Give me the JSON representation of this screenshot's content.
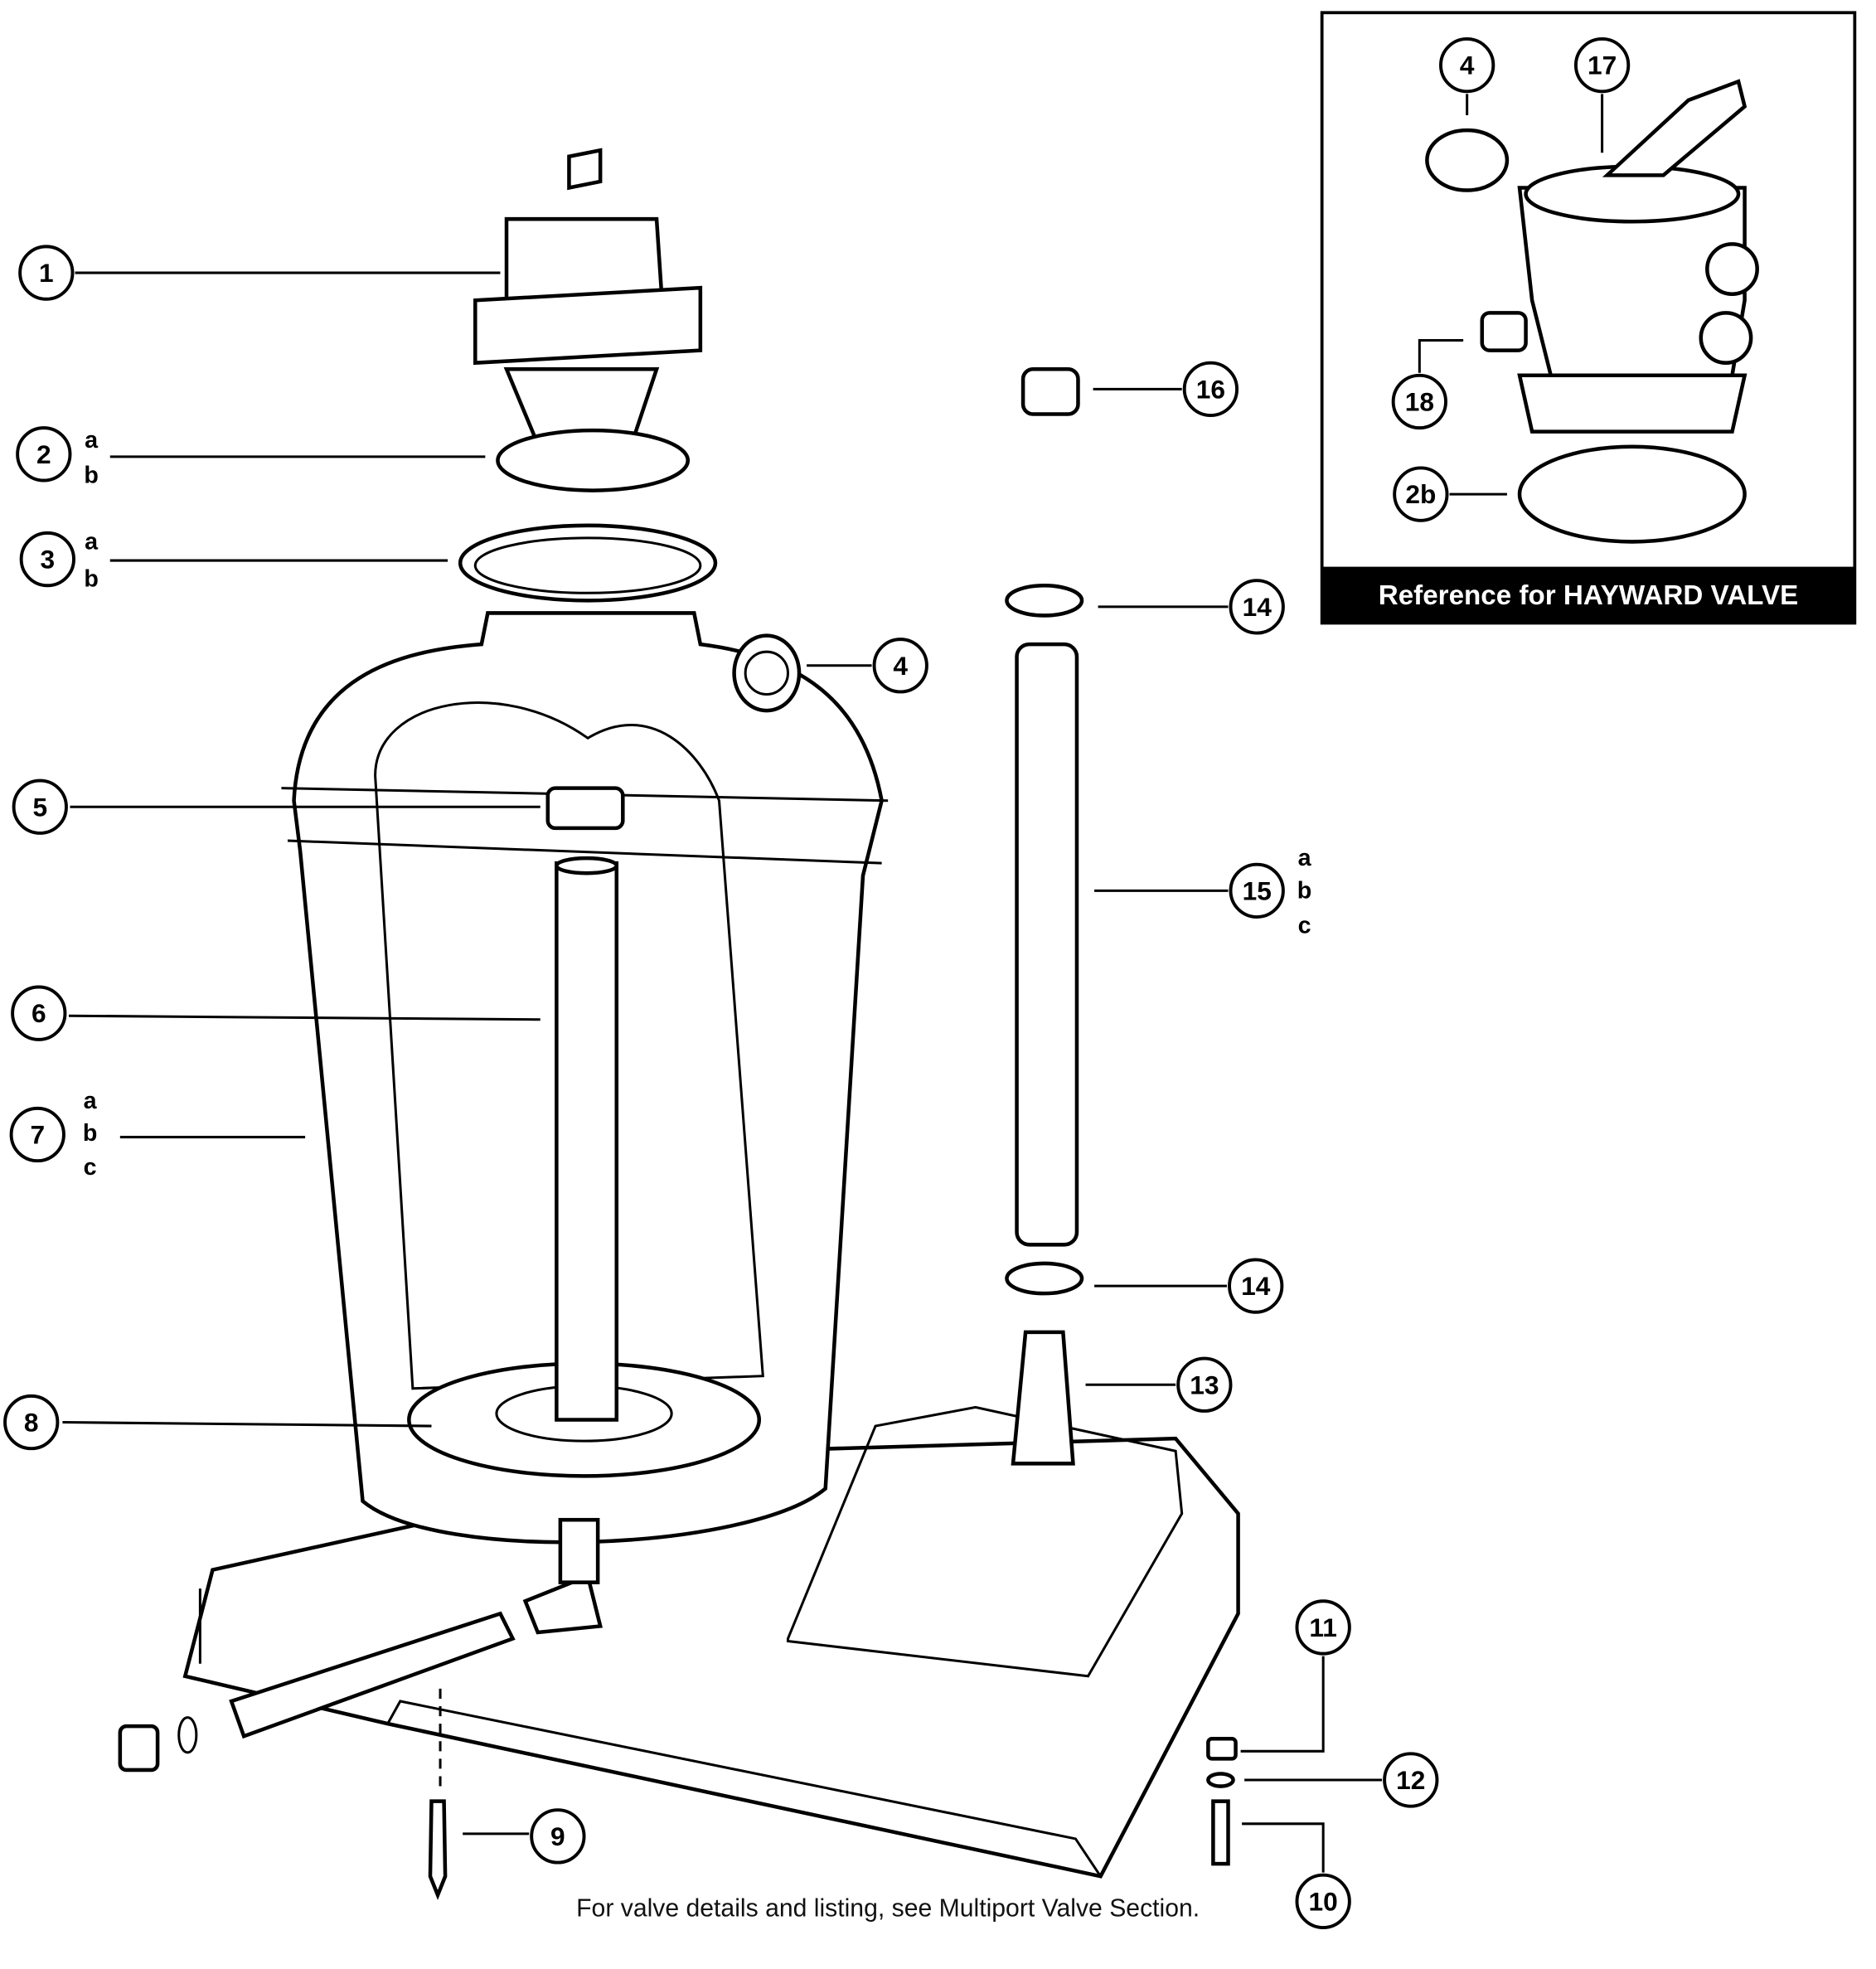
{
  "callouts": {
    "c1": {
      "num": "1"
    },
    "c2": {
      "num": "2",
      "sub": [
        "a",
        "b"
      ]
    },
    "c3": {
      "num": "3",
      "sub": [
        "a",
        "b"
      ]
    },
    "c4": {
      "num": "4"
    },
    "c5": {
      "num": "5"
    },
    "c6": {
      "num": "6"
    },
    "c7": {
      "num": "7",
      "sub": [
        "a",
        "b",
        "c"
      ]
    },
    "c8": {
      "num": "8"
    },
    "c9": {
      "num": "9"
    },
    "c10": {
      "num": "10"
    },
    "c11": {
      "num": "11"
    },
    "c12": {
      "num": "12"
    },
    "c13": {
      "num": "13"
    },
    "c14a": {
      "num": "14"
    },
    "c14b": {
      "num": "14"
    },
    "c15": {
      "num": "15",
      "sub": [
        "a",
        "b",
        "c"
      ]
    },
    "c16": {
      "num": "16"
    }
  },
  "reference": {
    "title": "Reference for HAYWARD VALVE",
    "callouts": {
      "r4": "4",
      "r17": "17",
      "r18": "18",
      "r2b": "2b"
    }
  },
  "footer": "For valve details and listing, see Multiport Valve Section."
}
